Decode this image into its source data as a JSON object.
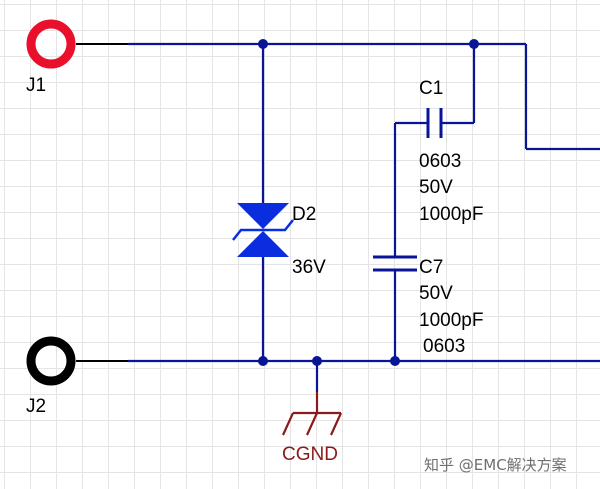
{
  "colors": {
    "wire": "#0a1496",
    "connector_j1": "#e8102a",
    "connector_j2": "#000000",
    "tvs_fill": "#0a2de0",
    "ground": "#8b1a1a",
    "grid": "#e4e4e4"
  },
  "connectors": {
    "j1": {
      "ref": "J1"
    },
    "j2": {
      "ref": "J2"
    }
  },
  "d2": {
    "ref": "D2",
    "value": "36V"
  },
  "c1": {
    "ref": "C1",
    "package": "0603",
    "voltage": "50V",
    "capacitance": "1000pF"
  },
  "c7": {
    "ref": "C7",
    "voltage": "50V",
    "capacitance": "1000pF",
    "package": "0603"
  },
  "ground": {
    "net": "CGND"
  },
  "watermark": "知乎 @EMC解决方案"
}
